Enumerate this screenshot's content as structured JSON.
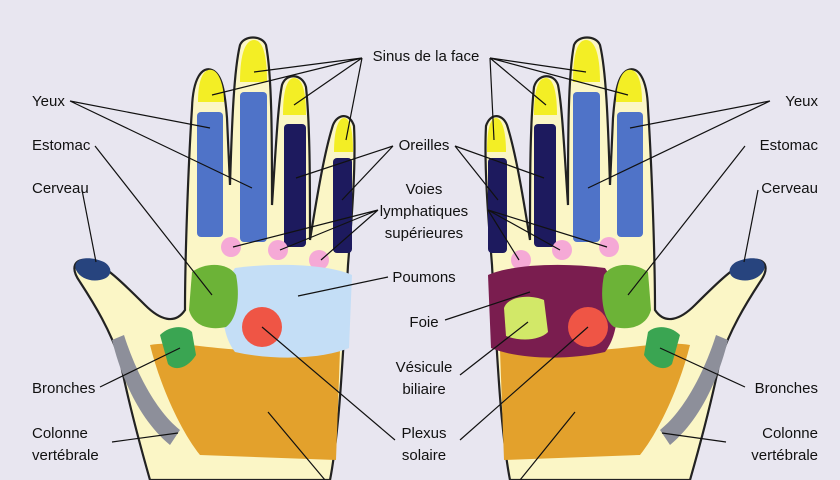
{
  "labels": {
    "sinus": "Sinus de la face",
    "yeux": "Yeux",
    "estomac": "Estomac",
    "cerveau": "Cerveau",
    "oreilles": "Oreilles",
    "voies_1": "Voies",
    "voies_2": "lymphatiques",
    "voies_3": "supérieures",
    "poumons": "Poumons",
    "foie": "Foie",
    "vesicule_1": "Vésicule",
    "vesicule_2": "biliaire",
    "bronches": "Bronches",
    "colonne_1": "Colonne",
    "colonne_2": "vertébrale",
    "plexus_1": "Plexus",
    "plexus_2": "solaire"
  },
  "colors": {
    "background": "#e8e6f0",
    "skin": "#fbf6c6",
    "yellow": "#f3ee25",
    "blue": "#4f73c8",
    "navy": "#1d1a5e",
    "pink": "#f5a9d6",
    "green": "#6cb337",
    "light_blue": "#c4def6",
    "red": "#ef5545",
    "orange": "#e3a12c",
    "maroon": "#7a1d4f",
    "lime": "#d2e868",
    "teal_green": "#3aa552",
    "thumb_blue": "#27447e",
    "edge_gray": "#8d8f9a"
  }
}
